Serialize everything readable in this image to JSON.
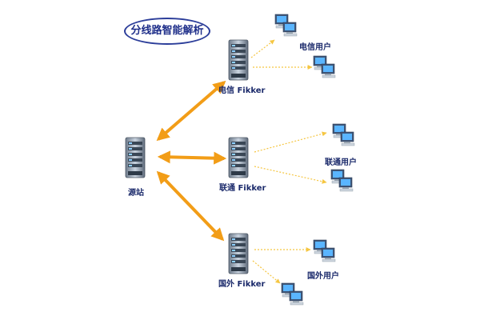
{
  "title": "分线路智能解析",
  "nodes": {
    "source": "源站",
    "telecom": "电信 Fikker",
    "unicom": "联通 Fikker",
    "intl": "国外 Fikker"
  },
  "user_groups": {
    "telecom": "电信用户",
    "unicom": "联通用户",
    "intl": "国外用户"
  },
  "colors": {
    "arrow": "#f29d17",
    "dotted": "#f5c642",
    "title_border": "#2c3e9a",
    "label": "#1b2a6b"
  }
}
